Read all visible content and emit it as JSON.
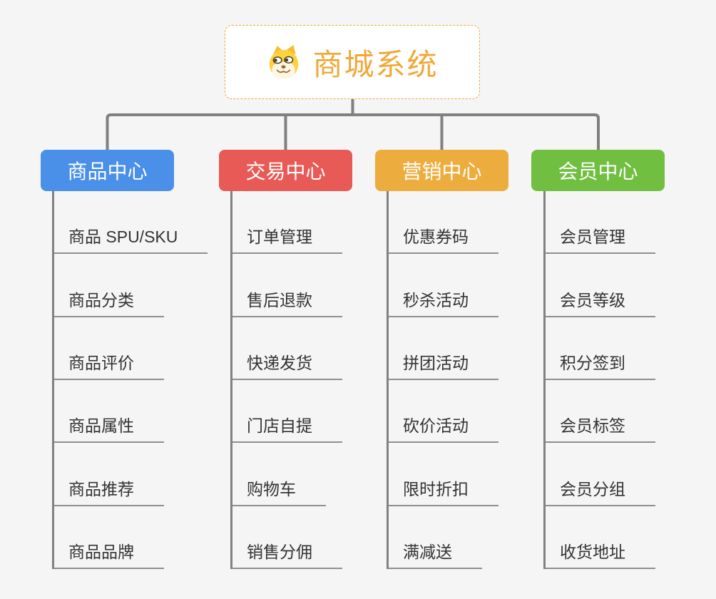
{
  "app": {
    "background": "#f5f5f5",
    "connector_color": "#808080"
  },
  "root": {
    "title": "商城系统",
    "icon": "dog-face-icon",
    "text_color": "#F0A838",
    "border_color": "#F0A637"
  },
  "branches": [
    {
      "label": "商品中心",
      "color": "#4A8FE8",
      "items": [
        "商品 SPU/SKU",
        "商品分类",
        "商品评价",
        "商品属性",
        "商品推荐",
        "商品品牌"
      ]
    },
    {
      "label": "交易中心",
      "color": "#E85A56",
      "items": [
        "订单管理",
        "售后退款",
        "快递发货",
        "门店自提",
        "购物车",
        "销售分佣"
      ]
    },
    {
      "label": "营销中心",
      "color": "#EDAD3E",
      "items": [
        "优惠券码",
        "秒杀活动",
        "拼团活动",
        "砍价活动",
        "限时折扣",
        "满减送"
      ]
    },
    {
      "label": "会员中心",
      "color": "#71BF41",
      "items": [
        "会员管理",
        "会员等级",
        "积分签到",
        "会员标签",
        "会员分组",
        "收货地址"
      ]
    }
  ]
}
